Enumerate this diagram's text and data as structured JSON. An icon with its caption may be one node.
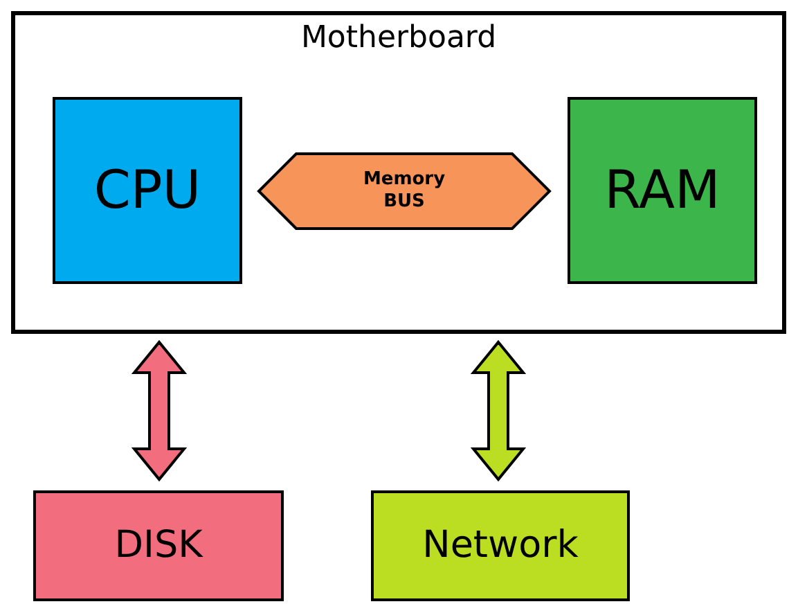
{
  "diagram": {
    "nodes": [
      {
        "text": [
          "Motherboard"
        ]
      },
      {
        "text": [
          "CPU"
        ],
        "in": 0
      },
      {
        "text": [
          "Memory BUS"
        ],
        "in": 0
      },
      {
        "text": [
          "RAM"
        ],
        "in": 0
      },
      {
        "text": [
          "DISK"
        ]
      },
      {
        "text": [
          "Network"
        ]
      }
    ],
    "edges": [
      {
        "from": 0,
        "to": 4,
        "arrow": "both",
        "style": "thick",
        "color": "#f26d7d"
      },
      {
        "from": 0,
        "to": 5,
        "arrow": "both",
        "style": "thick",
        "color": "#bbdd22"
      }
    ]
  }
}
